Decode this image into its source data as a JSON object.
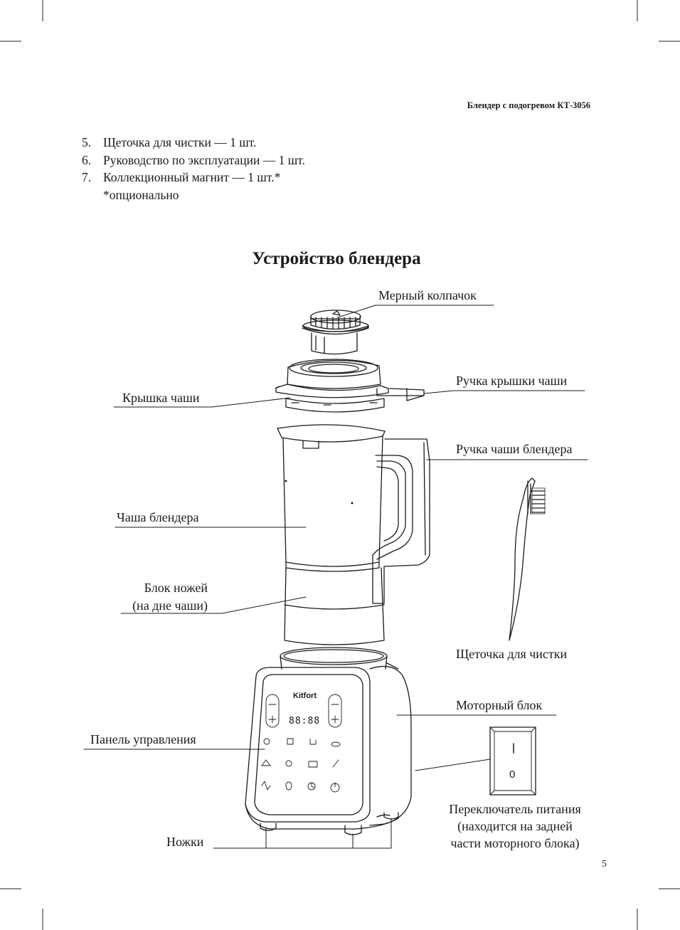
{
  "header": {
    "text": "Блендер с подогревом КТ-3056"
  },
  "list": [
    {
      "num": "5.",
      "text": "Щеточка для чистки — 1 шт."
    },
    {
      "num": "6.",
      "text": "Руководство по эксплуатации — 1 шт."
    },
    {
      "num": "7.",
      "text": "Коллекционный магнит — 1 шт.*"
    },
    {
      "num": "",
      "text": "*опционально"
    }
  ],
  "title": "Устройство блендера",
  "labels": {
    "measuring_cap": "Мерный колпачок",
    "lid_handle": "Ручка крышки чаши",
    "lid": "Крышка чаши",
    "jar_handle": "Ручка чаши блендера",
    "jar": "Чаша блендера",
    "blade_line1": "Блок ножей",
    "blade_line2": "(на дне чаши)",
    "brush": "Щеточка для чистки",
    "motor": "Моторный блок",
    "panel": "Панель управления",
    "feet": "Ножки",
    "switch_line1": "Переключатель питания",
    "switch_line2": "(находится на задней",
    "switch_line3": "части моторного блока)"
  },
  "device": {
    "brand": "Kitfort",
    "display": "88:88",
    "switch_on": "I",
    "switch_off": "0"
  },
  "page_number": "5"
}
